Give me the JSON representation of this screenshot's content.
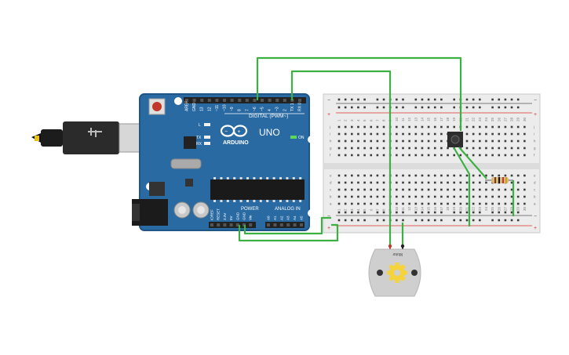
{
  "arduino": {
    "brand": "ARDUINO",
    "model": "UNO",
    "digital_label": "DIGITAL (PWM~)",
    "analog_label": "ANALOG IN",
    "power_label": "POWER",
    "on_label": "ON",
    "led_l": "L",
    "led_tx": "TX",
    "led_rx": "RX",
    "digital_pins": [
      "AREF",
      "GND",
      "13",
      "12",
      "~11",
      "~10",
      "~9",
      "8",
      "7",
      "~6",
      "~5",
      "4",
      "~3",
      "2",
      "TX 1",
      "RX 0"
    ],
    "power_pins": [
      "IOREF",
      "RESET",
      "3.3V",
      "5V",
      "GND",
      "GND",
      "Vin"
    ],
    "analog_pins": [
      "A0",
      "A1",
      "A2",
      "A3",
      "A4",
      "A5"
    ]
  },
  "breadboard": {
    "row_letters_top": [
      "j",
      "i",
      "h",
      "g",
      "f"
    ],
    "row_letters_bottom": [
      "e",
      "d",
      "c",
      "b",
      "a"
    ],
    "column_numbers": [
      "1",
      "2",
      "3",
      "4",
      "5",
      "6",
      "7",
      "8",
      "9",
      "10",
      "11",
      "12",
      "13",
      "14",
      "15",
      "16",
      "17",
      "18",
      "19",
      "20",
      "21",
      "22",
      "23",
      "24",
      "25",
      "26",
      "27",
      "28",
      "29",
      "30"
    ],
    "rail_minus": "−",
    "rail_plus": "+"
  },
  "motor": {
    "label": "Motor"
  },
  "colors": {
    "wire": "#3cb043",
    "board": "#2a6aa3",
    "board_edge": "#1f5686",
    "header": "#222222",
    "breadboard": "#ececec",
    "rail_red": "#d33",
    "rail_blue": "#555",
    "motor_body": "#cfcfcf",
    "gear": "#f5d33a"
  },
  "icons": {
    "usb_cable": "usb-cable-icon",
    "barrel_jack": "power-jack-icon",
    "reset_button": "reset-button-icon",
    "infinity_logo": "arduino-logo-icon",
    "push_button": "push-button-icon",
    "resistor": "resistor-icon",
    "motor_gear": "gear-icon"
  }
}
